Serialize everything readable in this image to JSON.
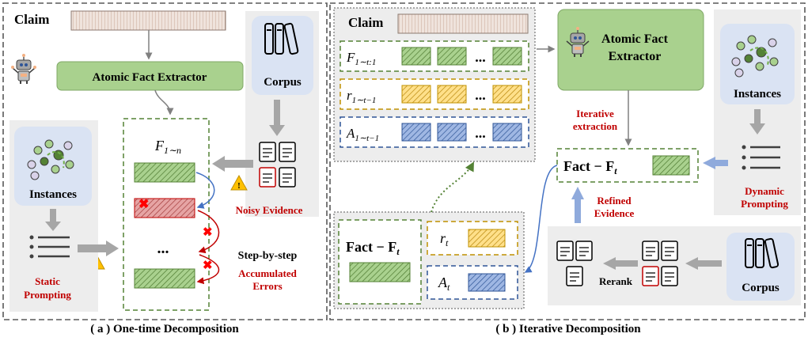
{
  "panel_a": {
    "caption": "( a ) One-time Decomposition",
    "claim_label": "Claim",
    "extractor_label": "Atomic Fact Extractor",
    "corpus_label": "Corpus",
    "instances_label": "Instances",
    "facts_label": "F",
    "facts_sub": "1∼n",
    "ellipsis": "...",
    "noisy_evidence": "Noisy Evidence",
    "step_by_step": "Step-by-step",
    "accumulated_errors_1": "Accumulated",
    "accumulated_errors_2": "Errors",
    "static_prompting_1": "Static",
    "static_prompting_2": "Prompting"
  },
  "panel_b": {
    "caption": "( b ) Iterative Decomposition",
    "claim_label": "Claim",
    "f_label": "F",
    "f_sub": "1∼t:1",
    "r_label": "r",
    "r_sub": "1∼t−1",
    "a_label": "A",
    "a_sub": "1∼t−1",
    "ellipsis": "...",
    "extractor_label_1": "Atomic Fact",
    "extractor_label_2": "Extractor",
    "iterative_1": "Iterative",
    "iterative_2": "extraction",
    "fact_ft": "Fact − F",
    "fact_ft_sub": "t",
    "instances_label": "Instances",
    "dynamic_1": "Dynamic",
    "dynamic_2": "Prompting",
    "refined_1": "Refined",
    "refined_2": "Evidence",
    "rerank_label": "Rerank",
    "corpus_label": "Corpus",
    "bottom_fact": "Fact − F",
    "bottom_fact_sub": "t",
    "rt_label": "r",
    "rt_sub": "t",
    "at_label": "A",
    "at_sub": "t"
  },
  "colors": {
    "green_fill": "#a9d18e",
    "green_box": "#a8d08d",
    "green_dash": "#548235",
    "yellow_dash": "#bf9000",
    "yellow_fill": "#ffd966",
    "blue_dash": "#2f5597",
    "blue_fill": "#8faadc",
    "red_text": "#c00000",
    "gray_panel": "#ededed",
    "instances_bg": "#dae3f3"
  }
}
